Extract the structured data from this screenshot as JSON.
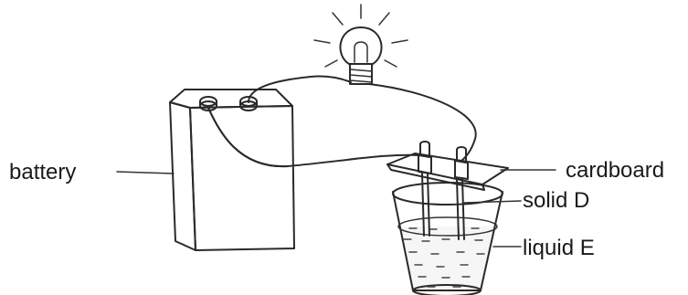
{
  "labels": {
    "battery": "battery",
    "cardboard": "cardboard",
    "solid": "solid D",
    "liquid": "liquid E"
  }
}
